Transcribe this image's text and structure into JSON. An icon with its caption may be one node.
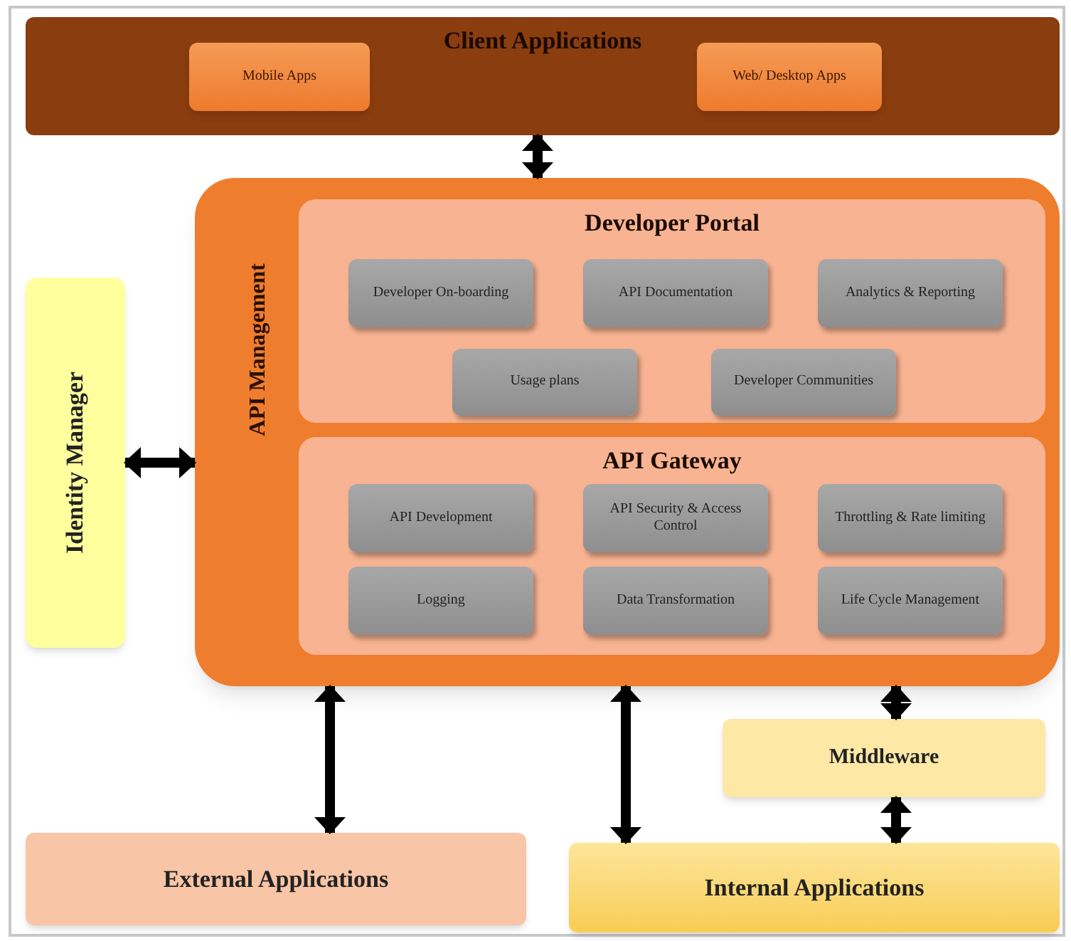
{
  "diagram": {
    "nodes": [
      {
        "text": [
          "Client Applications"
        ]
      },
      {
        "text": [
          "Mobile Apps"
        ],
        "in": 0
      },
      {
        "text": [
          "Web/ Desktop Apps"
        ],
        "in": 0
      },
      {
        "text": [
          "API Management"
        ]
      },
      {
        "text": [
          "Developer Portal"
        ],
        "in": 3
      },
      {
        "text": [
          "Developer On-boarding"
        ],
        "in": 4
      },
      {
        "text": [
          "API Documentation"
        ],
        "in": 4
      },
      {
        "text": [
          "Analytics & Reporting"
        ],
        "in": 4
      },
      {
        "text": [
          "Usage plans"
        ],
        "in": 4
      },
      {
        "text": [
          "Developer Communities"
        ],
        "in": 4
      },
      {
        "text": [
          "API Gateway"
        ],
        "in": 3
      },
      {
        "text": [
          "API Development"
        ],
        "in": 10
      },
      {
        "text": [
          "API Security & Access Control"
        ],
        "in": 10
      },
      {
        "text": [
          "Throttling & Rate limiting"
        ],
        "in": 10
      },
      {
        "text": [
          "Logging"
        ],
        "in": 10
      },
      {
        "text": [
          "Data Transformation"
        ],
        "in": 10
      },
      {
        "text": [
          "Life Cycle Management"
        ],
        "in": 10
      },
      {
        "text": [
          "Identity Manager"
        ]
      },
      {
        "text": [
          "Middleware"
        ]
      },
      {
        "text": [
          "External Applications"
        ]
      },
      {
        "text": [
          "Internal Applications"
        ]
      }
    ],
    "edges": [
      {
        "from": 0,
        "to": 3,
        "arrow": "both"
      },
      {
        "from": 17,
        "to": 3,
        "arrow": "both"
      },
      {
        "from": 3,
        "to": 19,
        "arrow": "both"
      },
      {
        "from": 3,
        "to": 20,
        "arrow": "both"
      },
      {
        "from": 3,
        "to": 18,
        "arrow": "both"
      },
      {
        "from": 18,
        "to": 20,
        "arrow": "both"
      }
    ]
  }
}
